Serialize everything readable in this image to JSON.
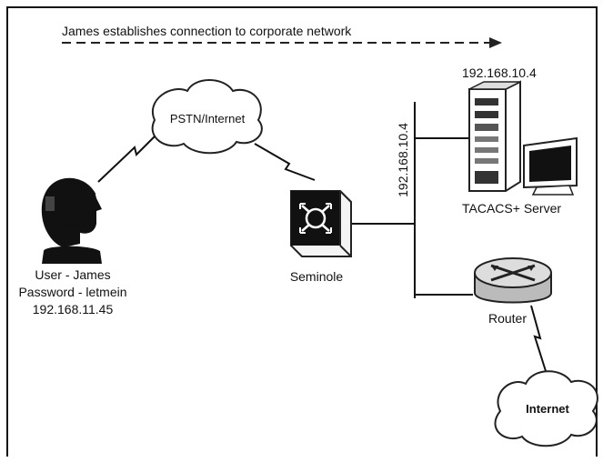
{
  "diagram": {
    "flow_caption": "James establishes connection to corporate network",
    "pstn_cloud": "PSTN/Internet",
    "user": {
      "name": "User - James",
      "password": "Password - letmein",
      "ip": "192.168.11.45"
    },
    "seminole": "Seminole",
    "segment_ip": "192.168.10.4",
    "server": {
      "ip": "192.168.10.4",
      "name": "TACACS+ Server"
    },
    "router": "Router",
    "internet_cloud": "Internet"
  },
  "icons": [
    "headset-user-icon",
    "cloud-icon",
    "lightning-link-icon",
    "switch-icon",
    "server-tower-icon",
    "monitor-icon",
    "router-icon"
  ]
}
